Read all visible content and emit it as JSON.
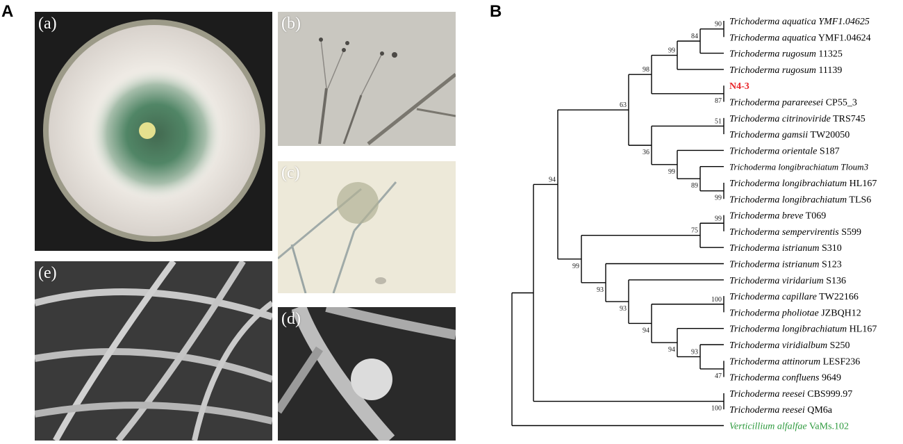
{
  "panel_labels": {
    "a": "A",
    "b": "B"
  },
  "photos": {
    "a": "(a)",
    "b": "(b)",
    "c": "(c)",
    "d": "(d)",
    "e": "(e)"
  },
  "tree": {
    "taxa": [
      {
        "genus": "Trichoderma",
        "species": "aquatica YMF1.04625",
        "strain": "",
        "color": "#000000"
      },
      {
        "genus": "Trichoderma",
        "species": "aquatica",
        "strain": "YMF1.04624",
        "color": "#000000"
      },
      {
        "genus": "Trichoderma",
        "species": "rugosum",
        "strain": "11325",
        "color": "#000000"
      },
      {
        "genus": "Trichoderma",
        "species": "rugosum",
        "strain": "11139",
        "color": "#000000"
      },
      {
        "genus": "",
        "species": "",
        "strain": "N4-3",
        "color": "#e8262a",
        "bold": true
      },
      {
        "genus": "Trichoderma",
        "species": "parareesei",
        "strain": "CP55_3",
        "color": "#000000"
      },
      {
        "genus": "Trichoderma",
        "species": "citrinoviride",
        "strain": "TRS745",
        "color": "#000000"
      },
      {
        "genus": "Trichoderma",
        "species": "gamsii",
        "strain": "TW20050",
        "color": "#000000"
      },
      {
        "genus": "Trichoderma",
        "species": "orientale",
        "strain": "S187",
        "color": "#000000"
      },
      {
        "genus": "",
        "species": "",
        "strain": "Trichoderma longibrachiatum Tloum3",
        "color": "#000000",
        "small": true
      },
      {
        "genus": "Trichoderma",
        "species": "longibrachiatum",
        "strain": "HL167",
        "color": "#000000"
      },
      {
        "genus": "Trichoderma",
        "species": "longibrachiatum",
        "strain": "TLS6",
        "color": "#000000"
      },
      {
        "genus": "Trichoderma",
        "species": "breve",
        "strain": "T069",
        "color": "#000000"
      },
      {
        "genus": "Trichoderma",
        "species": "sempervirentis",
        "strain": "S599",
        "color": "#000000"
      },
      {
        "genus": "Trichoderma",
        "species": "istrianum",
        "strain": "S310",
        "color": "#000000"
      },
      {
        "genus": "Trichoderma",
        "species": "istrianum",
        "strain": "S123",
        "color": "#000000"
      },
      {
        "genus": "Trichoderma",
        "species": "viridarium",
        "strain": "S136",
        "color": "#000000"
      },
      {
        "genus": "Trichoderma",
        "species": "capillare",
        "strain": "TW22166",
        "color": "#000000"
      },
      {
        "genus": "Trichoderma",
        "species": "pholiotae",
        "strain": "JZBQH12",
        "color": "#000000"
      },
      {
        "genus": "Trichoderma",
        "species": "longibrachiatum",
        "strain": "HL167",
        "color": "#000000"
      },
      {
        "genus": "Trichoderma",
        "species": "viridialbum",
        "strain": "S250",
        "color": "#000000"
      },
      {
        "genus": "Trichoderma",
        "species": "attinorum",
        "strain": "LESF236",
        "color": "#000000"
      },
      {
        "genus": "Trichoderma",
        "species": "confluens",
        "strain": "9649",
        "color": "#000000"
      },
      {
        "genus": "Trichoderma",
        "species": "reesei",
        "strain": "CBS999.97",
        "color": "#000000"
      },
      {
        "genus": "Trichoderma",
        "species": "reesei",
        "strain": "QM6a",
        "color": "#000000"
      },
      {
        "genus": "Verticillium",
        "species": "alfalfae",
        "strain": "VaMs.102",
        "color": "#2e9a3e"
      }
    ],
    "bootstrap": [
      "90",
      "84",
      "99",
      "98",
      "87",
      "63",
      "51",
      "36",
      "99",
      "89",
      "99",
      "94",
      "99",
      "75",
      "99",
      "93",
      "100",
      "93",
      "94",
      "94",
      "93",
      "47",
      "100"
    ]
  }
}
